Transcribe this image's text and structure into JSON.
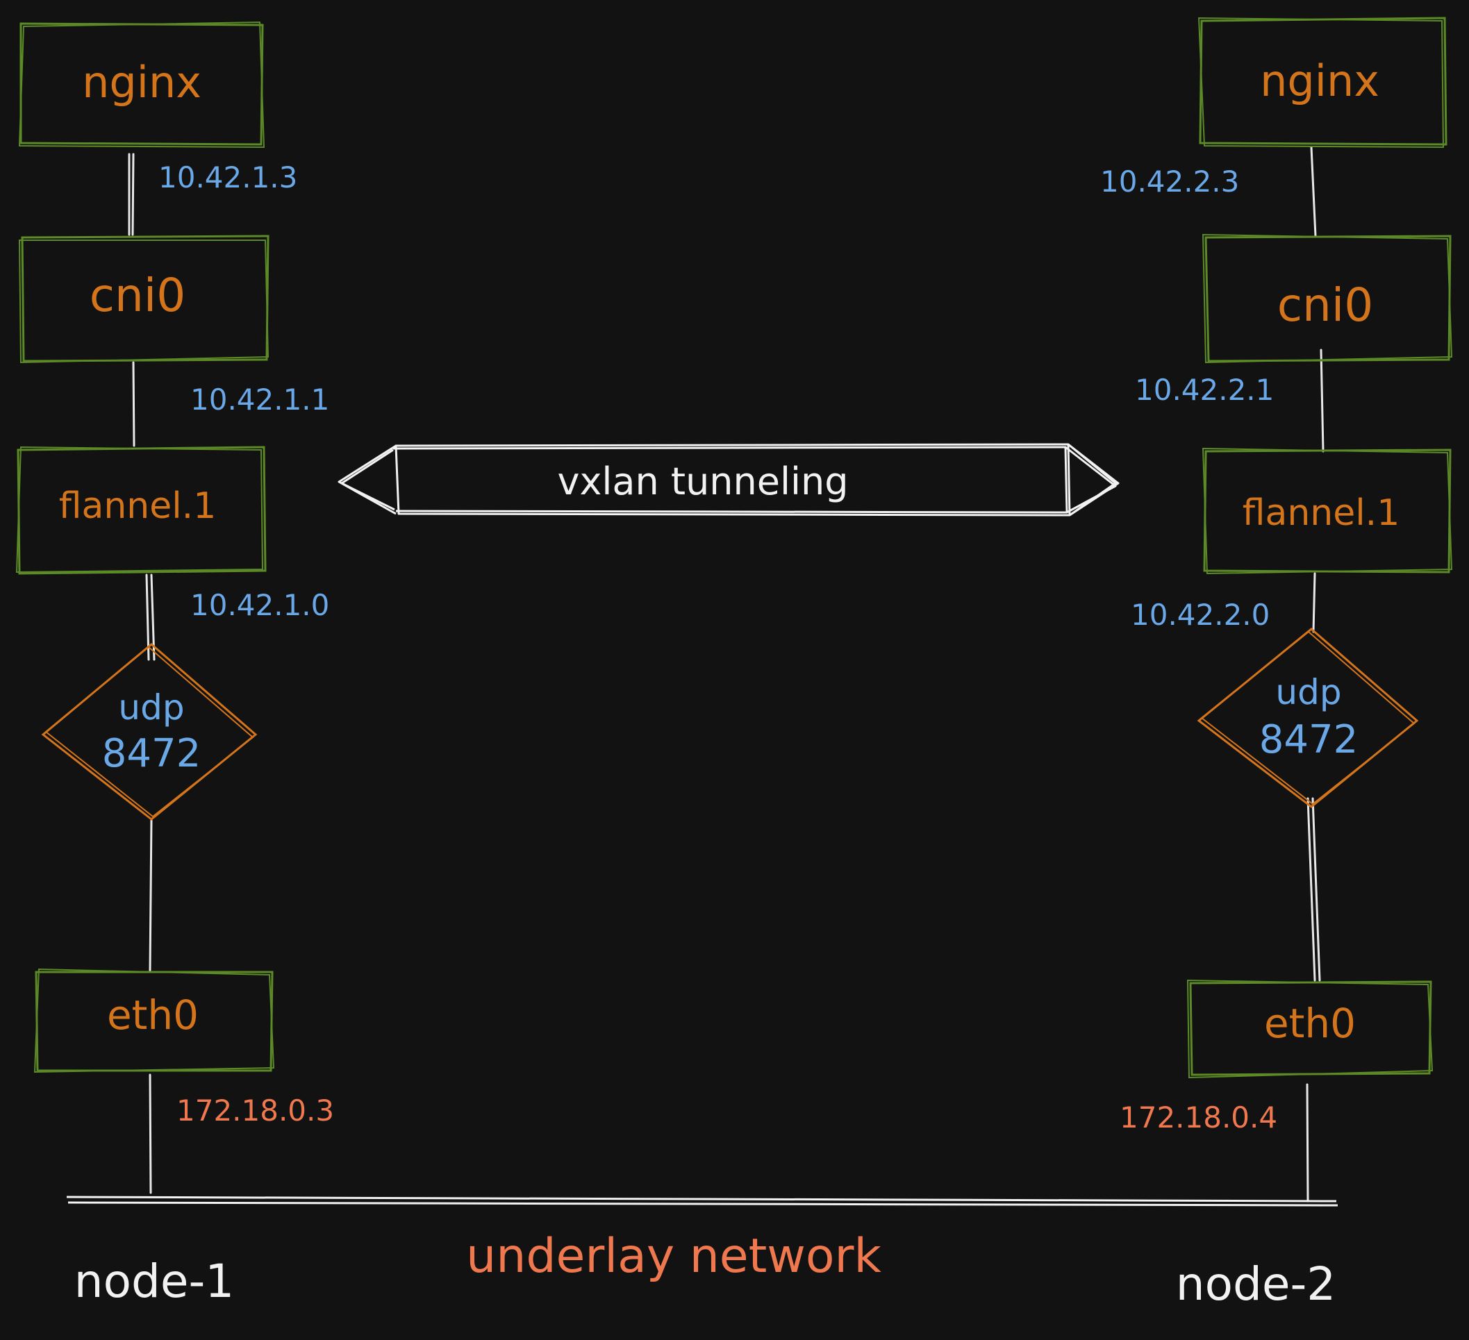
{
  "colors": {
    "background": "#121212",
    "box_border": "#5b8a26",
    "box_text": "#d4751b",
    "ip_text": "#6aa8e8",
    "underlay_text": "#f0784e",
    "line": "#e8e8e8",
    "white_text": "#f2f2f2"
  },
  "node1": {
    "nginx": "nginx",
    "nginx_ip": "10.42.1.3",
    "cni0": "cni0",
    "cni0_ip": "10.42.1.1",
    "flannel": "flannel.1",
    "flannel_ip": "10.42.1.0",
    "udp_line1": "udp",
    "udp_line2": "8472",
    "eth0": "eth0",
    "eth0_ip": "172.18.0.3",
    "name": "node-1"
  },
  "node2": {
    "nginx": "nginx",
    "nginx_ip": "10.42.2.3",
    "cni0": "cni0",
    "cni0_ip": "10.42.2.1",
    "flannel": "flannel.1",
    "flannel_ip": "10.42.2.0",
    "udp_line1": "udp",
    "udp_line2": "8472",
    "eth0": "eth0",
    "eth0_ip": "172.18.0.4",
    "name": "node-2"
  },
  "tunnel_label": "vxlan tunneling",
  "underlay_label": "underlay network"
}
